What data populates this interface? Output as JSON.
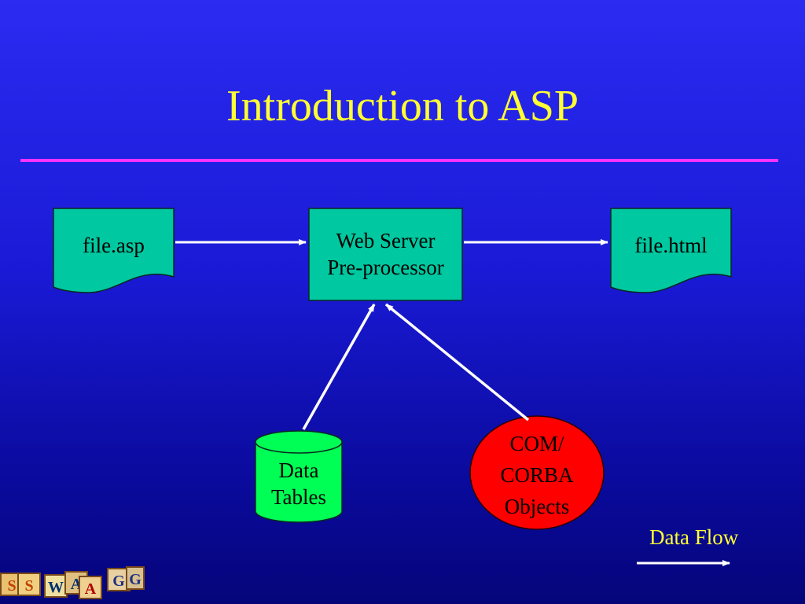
{
  "slide": {
    "title": "Introduction to ASP",
    "colors": {
      "background": "#1a1ad6",
      "title": "#ffff33",
      "rule": "#ff33ff",
      "document_fill": "#00c8a0",
      "server_fill": "#00c8a0",
      "cylinder_fill": "#00ff55",
      "ellipse_fill": "#ff0000",
      "arrow": "#ffffff",
      "legend_text": "#ffff33"
    }
  },
  "diagram": {
    "file_asp": {
      "label": "file.asp"
    },
    "web_server": {
      "line1": "Web Server",
      "line2": "Pre-processor"
    },
    "file_html": {
      "label": "file.html"
    },
    "data_tables": {
      "line1": "Data",
      "line2": "Tables"
    },
    "com_corba": {
      "line1": "COM/",
      "line2": "CORBA",
      "line3": "Objects"
    }
  },
  "legend": {
    "label": "Data Flow"
  },
  "logo": {
    "icon": "alphabet-blocks-logo",
    "letters": [
      "S",
      "S",
      "W",
      "A",
      "A",
      "G",
      "G"
    ]
  }
}
